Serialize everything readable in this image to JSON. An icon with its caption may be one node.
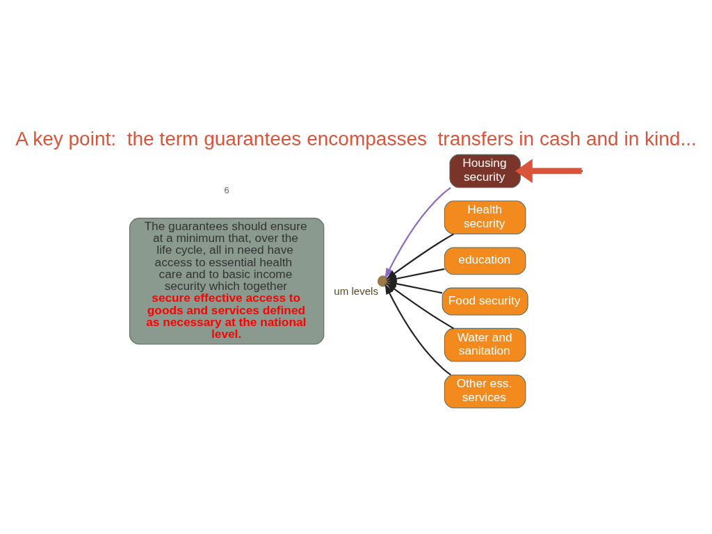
{
  "diagram": {
    "title": "A key point:  the term guarantees encompasses  transfers in cash and in kind...",
    "nodes": [
      {
        "text": [
          "The guarantees should ensure at a minimum that, over the life cycle, all in need have access to essential health  care and to basic income security which together",
          "secure effective access to goods and services defined as necessary at the national level."
        ]
      },
      {
        "text": [
          "Housing security"
        ]
      },
      {
        "text": [
          "Health security"
        ]
      },
      {
        "text": [
          "education"
        ]
      },
      {
        "text": [
          "Food security"
        ]
      },
      {
        "text": [
          "Water and sanitation"
        ]
      },
      {
        "text": [
          "Other ess. services"
        ]
      },
      {
        "text": [],
        "shape": "circle",
        "beside": [
          "um levels"
        ]
      }
    ],
    "edges": [
      {
        "from": null,
        "to": 1,
        "arrow": "to",
        "style": "thick",
        "color": "#d9543a"
      },
      {
        "from": 1,
        "to": 7,
        "arrow": "to",
        "color": "#8e6bbf"
      },
      {
        "from": 2,
        "to": 7,
        "arrow": "to"
      },
      {
        "from": 3,
        "to": 7,
        "arrow": "to"
      },
      {
        "from": 4,
        "to": 7,
        "arrow": "to"
      },
      {
        "from": 5,
        "to": 7,
        "arrow": "to"
      },
      {
        "from": 6,
        "to": 7,
        "arrow": "to"
      }
    ],
    "labels": [
      "6"
    ]
  }
}
